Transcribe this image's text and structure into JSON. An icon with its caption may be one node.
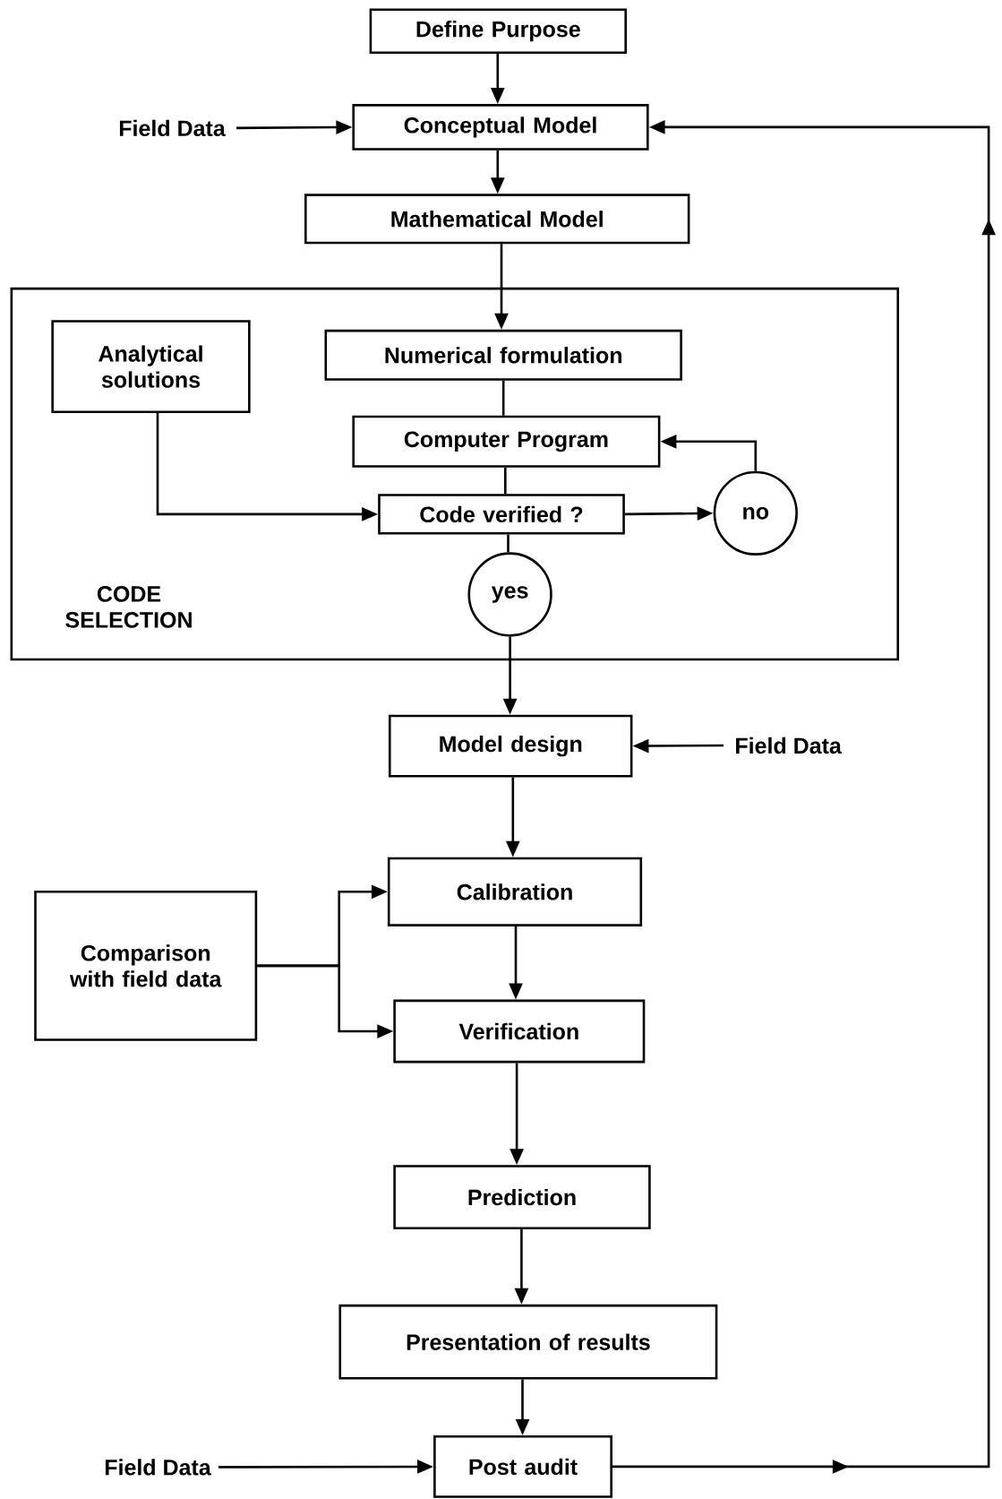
{
  "diagram": {
    "nodes": [
      {
        "text": [
          "Define Purpose"
        ]
      },
      {
        "text": [
          "Field Data"
        ]
      },
      {
        "text": [
          "Conceptual Model"
        ]
      },
      {
        "text": [
          "Mathematical Model"
        ]
      },
      {
        "text": [
          "CODE SELECTION"
        ]
      },
      {
        "text": [
          "Analytical solutions"
        ],
        "in": 4
      },
      {
        "text": [
          "Numerical formulation"
        ],
        "in": 4
      },
      {
        "text": [
          "Computer Program"
        ],
        "in": 4
      },
      {
        "text": [
          "Code verified ?"
        ],
        "in": 4
      },
      {
        "text": [
          "no"
        ],
        "in": 4
      },
      {
        "text": [
          "yes"
        ],
        "in": 4
      },
      {
        "text": [
          "Model design"
        ]
      },
      {
        "text": [
          "Field Data"
        ]
      },
      {
        "text": [
          "Comparison with field data"
        ]
      },
      {
        "text": [
          "Calibration"
        ]
      },
      {
        "text": [
          "Verification"
        ]
      },
      {
        "text": [
          "Prediction"
        ]
      },
      {
        "text": [
          "Presentation of results"
        ]
      },
      {
        "text": [
          "Field Data"
        ]
      },
      {
        "text": [
          "Post audit"
        ]
      }
    ],
    "edges": [
      {
        "from": 0,
        "to": 2,
        "arrow": "to"
      },
      {
        "from": 1,
        "to": 2,
        "arrow": "to"
      },
      {
        "from": 2,
        "to": 3,
        "arrow": "to"
      },
      {
        "from": 3,
        "to": 6,
        "arrow": "to"
      },
      {
        "from": 6,
        "to": 7,
        "arrow": "none"
      },
      {
        "from": 7,
        "to": 8,
        "arrow": "none"
      },
      {
        "from": 5,
        "to": 8,
        "arrow": "to"
      },
      {
        "from": 8,
        "to": 9,
        "arrow": "to"
      },
      {
        "from": 9,
        "to": 7,
        "arrow": "to"
      },
      {
        "from": 8,
        "to": 10,
        "arrow": "none"
      },
      {
        "from": 10,
        "to": 11,
        "arrow": "to"
      },
      {
        "from": 12,
        "to": 11,
        "arrow": "to"
      },
      {
        "from": 11,
        "to": 14,
        "arrow": "to"
      },
      {
        "from": 13,
        "to": 14,
        "arrow": "to"
      },
      {
        "from": 13,
        "to": 15,
        "arrow": "to"
      },
      {
        "from": 14,
        "to": 15,
        "arrow": "to"
      },
      {
        "from": 15,
        "to": 16,
        "arrow": "to"
      },
      {
        "from": 16,
        "to": 17,
        "arrow": "to"
      },
      {
        "from": 17,
        "to": 19,
        "arrow": "to"
      },
      {
        "from": 18,
        "to": 19,
        "arrow": "to"
      },
      {
        "from": 19,
        "to": 2,
        "arrow": "to"
      }
    ]
  }
}
